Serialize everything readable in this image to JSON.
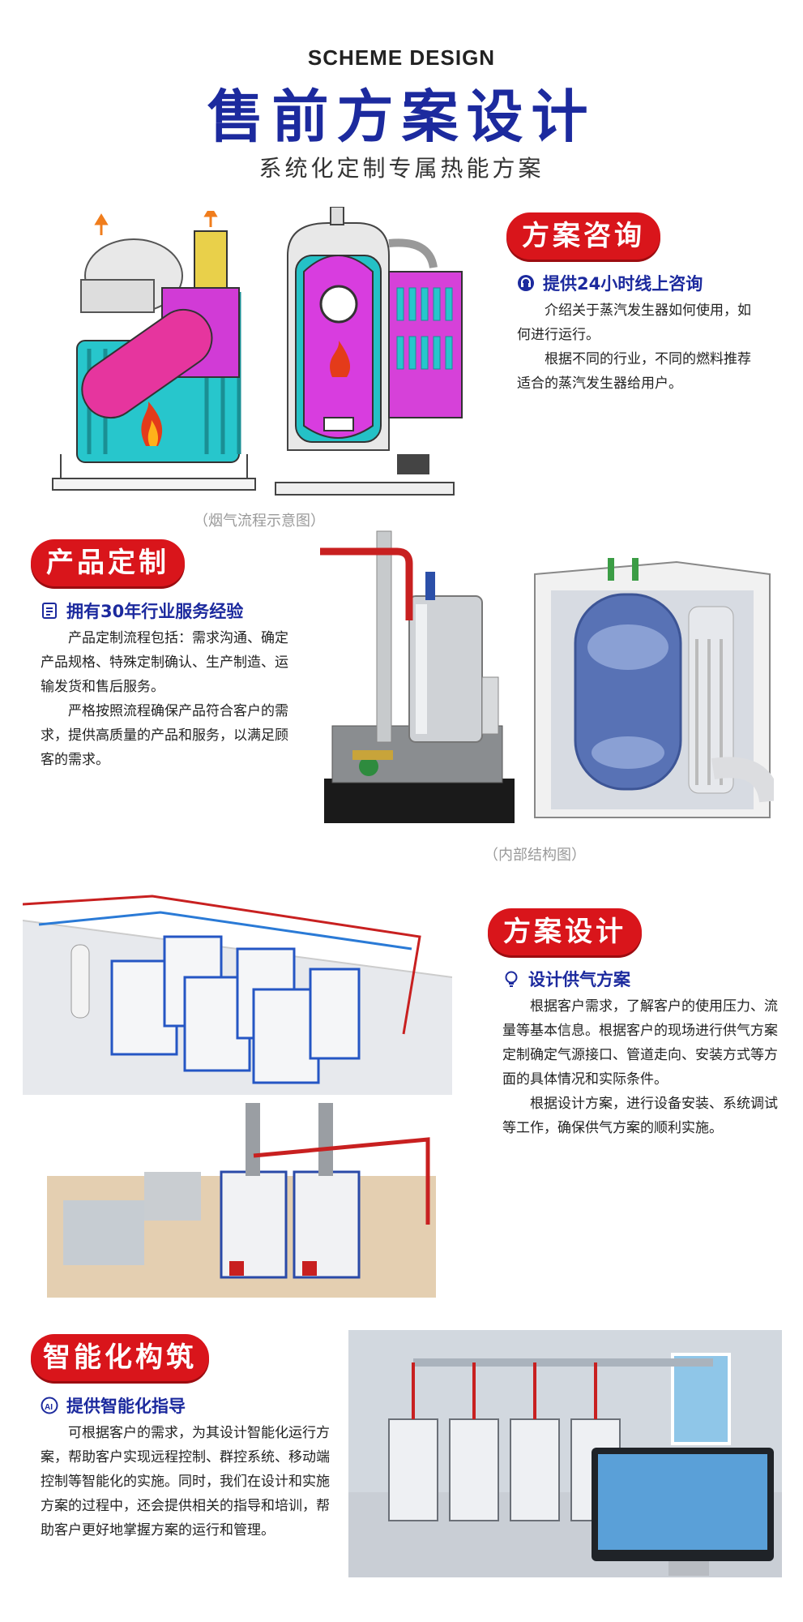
{
  "header": {
    "en_title": "SCHEME DESIGN",
    "cn_title": "售前方案设计",
    "subtitle": "系统化定制专属热能方案"
  },
  "section1": {
    "badge": "方案咨询",
    "subtitle": "提供24小时线上咨询",
    "para1": "介绍关于蒸汽发生器如何使用，如何进行运行。",
    "para2": "根据不同的行业，不同的燃料推荐适合的蒸汽发生器给用户。",
    "caption": "（烟气流程示意图）"
  },
  "section2": {
    "badge": "产品定制",
    "subtitle": "拥有30年行业服务经验",
    "para1": "产品定制流程包括：需求沟通、确定产品规格、特殊定制确认、生产制造、运输发货和售后服务。",
    "para2": "严格按照流程确保产品符合客户的需求，提供高质量的产品和服务，以满足顾客的需求。",
    "caption": "（内部结构图）"
  },
  "section3": {
    "badge": "方案设计",
    "subtitle": "设计供气方案",
    "para1": "根据客户需求，了解客户的使用压力、流量等基本信息。根据客户的现场进行供气方案定制确定气源接口、管道走向、安装方式等方面的具体情况和实际条件。",
    "para2": "根据设计方案，进行设备安装、系统调试等工作，确保供气方案的顺利实施。"
  },
  "section4": {
    "badge": "智能化构筑",
    "subtitle": "提供智能化指导",
    "para1": "可根据客户的需求，为其设计智能化运行方案，帮助客户实现远程控制、群控系统、移动端控制等智能化的实施。同时，我们在设计和实施方案的过程中，还会提供相关的指导和培训，帮助客户更好地掌握方案的运行和管理。"
  },
  "colors": {
    "brand_blue": "#1c2a9e",
    "badge_red": "#d9151b",
    "teal": "#22c7c9",
    "magenta": "#d13bd6"
  },
  "icons": [
    "headset-icon",
    "document-icon",
    "lightbulb-icon",
    "ai-icon"
  ]
}
